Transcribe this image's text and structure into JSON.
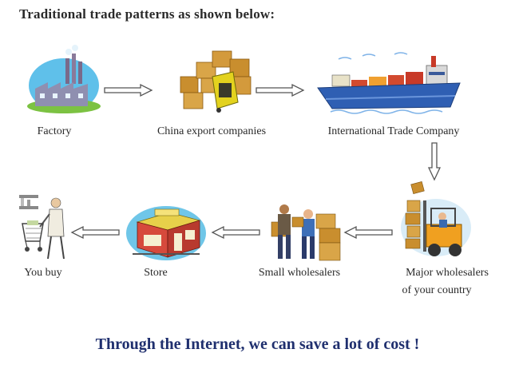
{
  "title": "Traditional trade patterns as shown below:",
  "nodes": {
    "factory": "Factory",
    "china_export": "China export companies",
    "intl_trade": "International Trade Company",
    "major_wholesalers_line1": "Major wholesalers",
    "major_wholesalers_line2": "of your country",
    "small_wholesalers": "Small wholesalers",
    "store": "Store",
    "you_buy": "You buy"
  },
  "footer": "Through the Internet, we can save a lot of cost !",
  "colors": {
    "footer_text": "#1f2f6e",
    "arrow": "#555555",
    "ship_hull": "#2f5fb3"
  },
  "icons": [
    "factory-icon",
    "boxes-icon",
    "cargo-ship-icon",
    "forklift-icon",
    "workers-icon",
    "store-icon",
    "shopper-icon"
  ]
}
